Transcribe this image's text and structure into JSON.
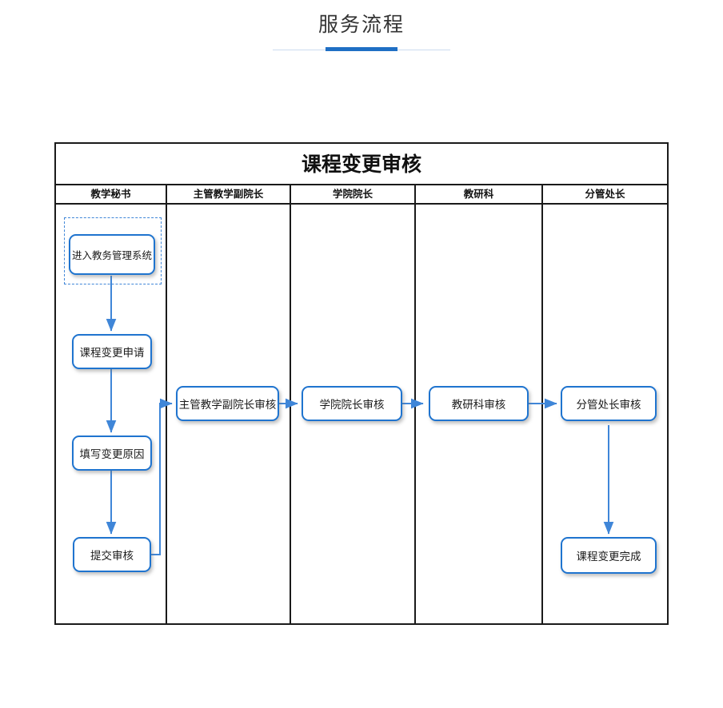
{
  "page": {
    "title": "服务流程",
    "accent_color": "#1f6fc4",
    "rule_color": "#ccdcf0",
    "background": "#ffffff"
  },
  "flowchart": {
    "title": "课程变更审核",
    "node_border_color": "#1f74cf",
    "node_fill_color": "#ffffff",
    "connector_color": "#3f86d8",
    "table_border_color": "#1a1a1a",
    "lanes": [
      {
        "label": "教学秘书"
      },
      {
        "label": "主管教学副院长"
      },
      {
        "label": "学院院长"
      },
      {
        "label": "教研科"
      },
      {
        "label": "分管处长"
      }
    ],
    "nodes": [
      {
        "id": "n1",
        "label": "进入教务管理系统",
        "lane": 0,
        "selected": true
      },
      {
        "id": "n2",
        "label": "课程变更申请",
        "lane": 0,
        "selected": false
      },
      {
        "id": "n3",
        "label": "填写变更原因",
        "lane": 0,
        "selected": false
      },
      {
        "id": "n4",
        "label": "提交审核",
        "lane": 0,
        "selected": false
      },
      {
        "id": "n5",
        "label": "主管教学副院长审核",
        "lane": 1,
        "selected": false
      },
      {
        "id": "n6",
        "label": "学院院长审核",
        "lane": 2,
        "selected": false
      },
      {
        "id": "n7",
        "label": "教研科审核",
        "lane": 3,
        "selected": false
      },
      {
        "id": "n8",
        "label": "分管处长审核",
        "lane": 4,
        "selected": false
      },
      {
        "id": "n9",
        "label": "课程变更完成",
        "lane": 4,
        "selected": false
      }
    ],
    "edges": [
      {
        "from": "n1",
        "to": "n2",
        "kind": "vertical-arrow"
      },
      {
        "from": "n2",
        "to": "n3",
        "kind": "vertical-arrow"
      },
      {
        "from": "n3",
        "to": "n4",
        "kind": "vertical-arrow"
      },
      {
        "from": "n4",
        "to": "n5",
        "kind": "elbow-arrow"
      },
      {
        "from": "n5",
        "to": "n6",
        "kind": "horizontal-arrow"
      },
      {
        "from": "n6",
        "to": "n7",
        "kind": "horizontal-arrow"
      },
      {
        "from": "n7",
        "to": "n8",
        "kind": "horizontal-arrow"
      },
      {
        "from": "n8",
        "to": "n9",
        "kind": "vertical-arrow"
      }
    ]
  }
}
